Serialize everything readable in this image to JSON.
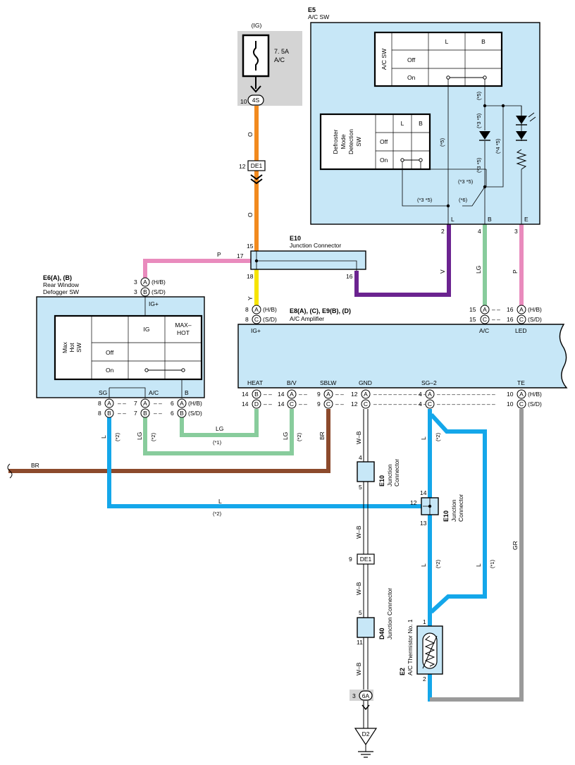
{
  "wire_colors": {
    "orange": "#f28a1e",
    "pink": "#e98bbd",
    "yellow": "#f6e400",
    "violet": "#6b2390",
    "light_green": "#88cc9c",
    "blue": "#14a7ea",
    "brown": "#8c4a2c",
    "gray": "#9a9a9a",
    "white_black": "#000000",
    "component_fill": "#c7e7f7",
    "fuse_block": "#d4d4d4"
  },
  "fuse": {
    "source": "(IG)",
    "rating": "7. 5A",
    "name": "A/C",
    "pin": "10",
    "connector": "4S"
  },
  "de1_top": {
    "pin": "12",
    "label": "DE1"
  },
  "e5": {
    "code": "E5",
    "name": "A/C SW",
    "ac_sw_label": "A/C SW",
    "col_l": "L",
    "col_b": "B",
    "row_off": "Off",
    "row_on": "On",
    "defroster_label": [
      "Defroster",
      "Mode",
      "Detection",
      "SW"
    ],
    "notes": {
      "n5a": "(*5)",
      "n35a": "(*3 *5)",
      "n45": "(*4 *5)",
      "n35b": "(*3 *5)",
      "n5b": "(*5)",
      "n35c": "(*3 *5)",
      "n35d": "(*3 *5)",
      "n6": "(*6)"
    },
    "terminals": {
      "l": "L",
      "b": "B",
      "e": "E"
    },
    "pins": {
      "l": "2",
      "b": "4",
      "e": "3"
    }
  },
  "e10_top": {
    "code": "E10",
    "name": "Junction Connector",
    "pin15": "15",
    "pin17": "17",
    "pin18": "18",
    "pin16": "16"
  },
  "e6": {
    "code": "E6(A), (B)",
    "name1": "Rear Window",
    "name2": "Defogger SW",
    "ig_plus": "IG+",
    "table_label": [
      "Max",
      "Hot",
      "SW"
    ],
    "col_ig": "IG",
    "col_maxhot1": "MAX–",
    "col_maxhot2": "HOT",
    "row_off": "Off",
    "row_on": "On",
    "term_sg": "SG",
    "term_ac": "A/C",
    "term_b": "B",
    "top_pins": {
      "n": "3",
      "a": "A",
      "b": "B",
      "hb": "(H/B)",
      "sd": "(S/D)"
    },
    "bottom": {
      "sg_n": "8",
      "ac_n": "7",
      "b_n": "6",
      "a": "A",
      "b": "B",
      "hb": "(H/B)",
      "sd": "(S/D)"
    }
  },
  "e8": {
    "code": "E8(A), (C), E9(B), (D)",
    "name": "A/C Amplifier",
    "ig_plus": "IG+",
    "ig_pin": "8",
    "ig_a": "A",
    "ig_c": "C",
    "hb": "(H/B)",
    "sd": "(S/D)",
    "ac_term": "A/C",
    "led_term": "LED",
    "ac_pin": "15",
    "led_pin": "16",
    "terms": {
      "heat": "HEAT",
      "bv": "B/V",
      "sblw": "SBLW",
      "gnd": "GND",
      "sg2": "SG–2",
      "te": "TE"
    },
    "bottom_pins": {
      "heat": "14",
      "bv": "14",
      "sblw": "9",
      "gnd": "12",
      "sg2": "4",
      "te": "10"
    },
    "letters": {
      "b": "B",
      "d": "D",
      "a": "A",
      "c": "C"
    }
  },
  "wires": {
    "o1": "O",
    "o2": "O",
    "p_top": "P",
    "y": "Y",
    "v": "V",
    "lg_right": "LG",
    "p_right": "P",
    "lg_mid": "LG",
    "lg_e6": "LG",
    "lg_bv": "LG",
    "br_label": "BR",
    "br_left": "BR",
    "l_left": "L",
    "l_mid": "L",
    "l_sg2a": "L",
    "l_sg2b": "L",
    "l_loop": "L",
    "wb1": "W–B",
    "wb2": "W–B",
    "wb3": "W–B",
    "wb4": "W–B",
    "gr": "GR",
    "n1_lg": "(*1)",
    "n2_e6sg": "(*2)",
    "n2_e6ac": "(*2)",
    "n2_bv": "(*2)",
    "n2_l": "(*2)",
    "n2_sg2a": "(*2)",
    "n2_sg2b": "(*2)",
    "n1_loop": "(*1)"
  },
  "e10_mid": {
    "code": "E10",
    "name1": "Junction",
    "name2": "Connector",
    "pin_top": "4",
    "pin_bot": "5"
  },
  "e10_right": {
    "code": "E10",
    "name1": "Junction",
    "name2": "Connector",
    "pin12": "12",
    "pin14": "14",
    "pin13": "13"
  },
  "de1_bot": {
    "pin": "9",
    "label": "DE1"
  },
  "d40": {
    "code": "D40",
    "name": "Junction Connector",
    "pin_top": "5",
    "pin_bot": "11"
  },
  "e2": {
    "code": "E2",
    "name": "A/C Thermistor No. 1",
    "pin1": "1",
    "pin2": "2"
  },
  "ground": {
    "pin": "3",
    "connector": "6A",
    "label": "D2"
  }
}
